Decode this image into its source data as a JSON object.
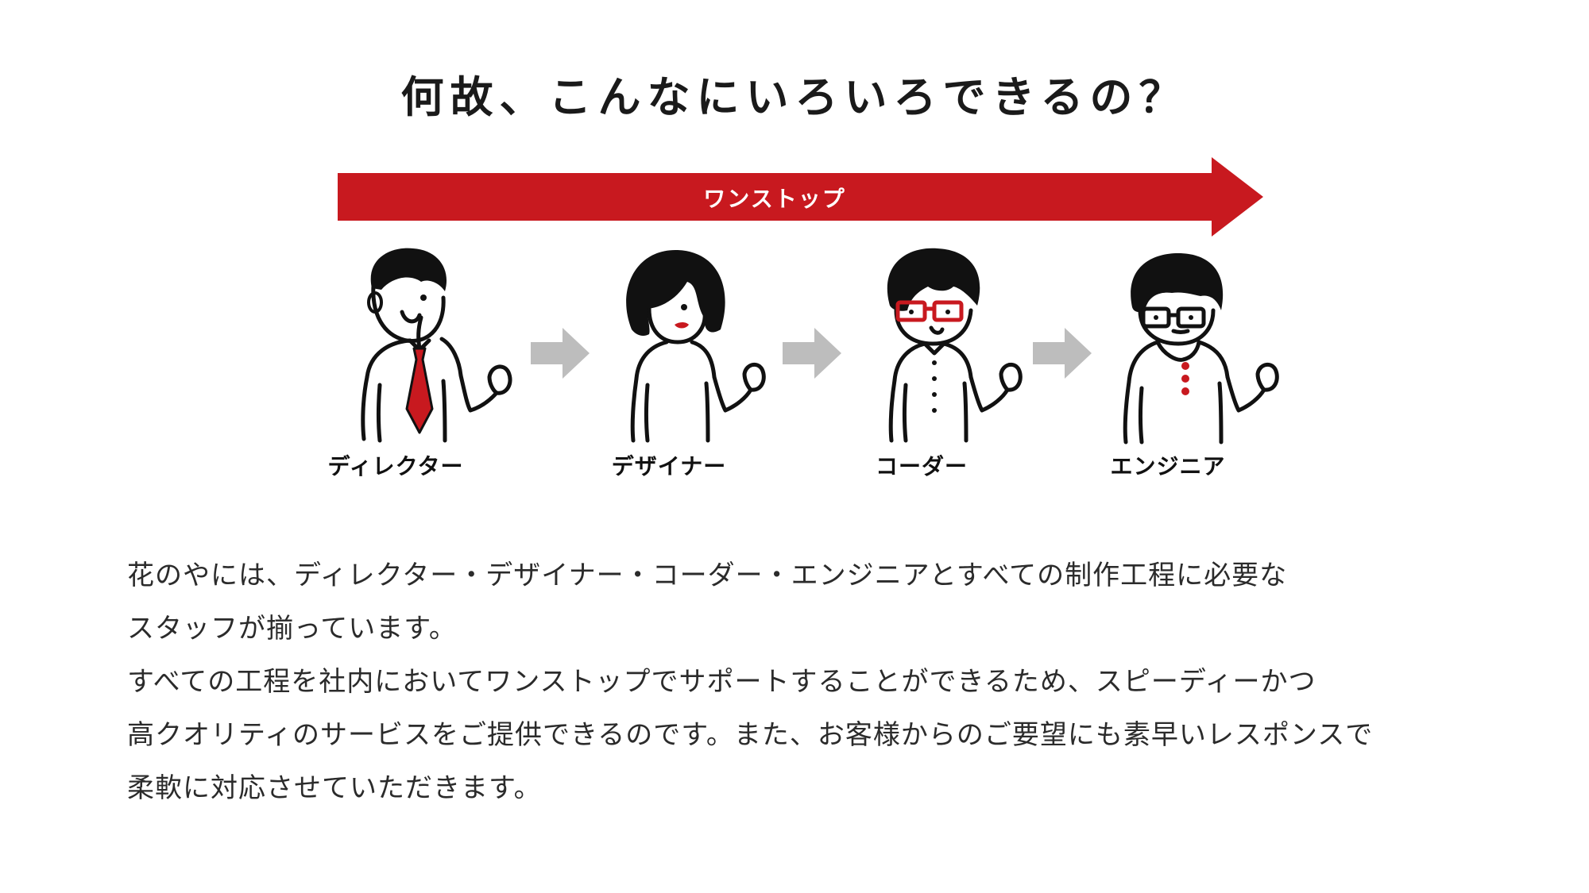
{
  "title": "何故、こんなにいろいろできるの？",
  "banner": {
    "label": "ワンストップ",
    "color": "#c8191f"
  },
  "roles": [
    {
      "label": "ディレクター",
      "accent": "red-necktie"
    },
    {
      "label": "デザイナー",
      "accent": "red-lips"
    },
    {
      "label": "コーダー",
      "accent": "red-glasses"
    },
    {
      "label": "エンジニア",
      "accent": "red-buttons"
    }
  ],
  "step_arrow_color": "#bdbdbd",
  "body": [
    "花のやには、ディレクター・デザイナー・コーダー・エンジニアとすべての制作工程に必要な",
    "スタッフが揃っています。",
    "すべての工程を社内においてワンストップでサポートすることができるため、スピーディーかつ",
    "高クオリティのサービスをご提供できるのです。また、お客様からのご要望にも素早いレスポンスで",
    "柔軟に対応させていただきます。"
  ]
}
